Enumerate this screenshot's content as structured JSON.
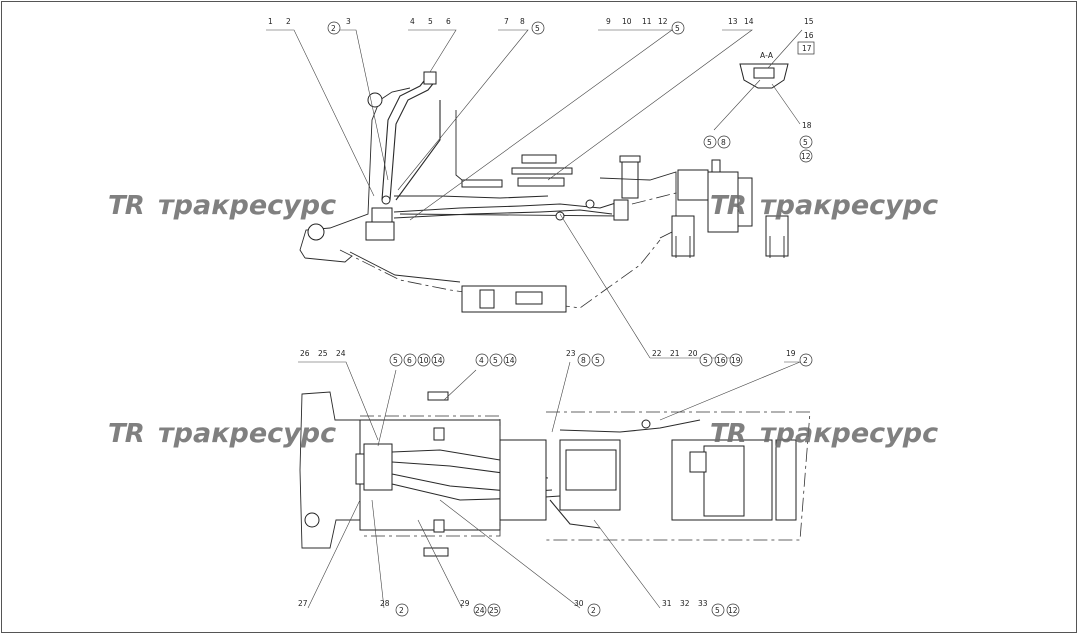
{
  "section_label": "А-А",
  "watermark": {
    "logo": "TR",
    "text": "тракресурс"
  },
  "callouts_top": [
    "1",
    "2",
    "2",
    "3",
    "4",
    "5",
    "6",
    "7",
    "8",
    "5",
    "9",
    "10",
    "11",
    "12",
    "5",
    "13",
    "14",
    "15",
    "16",
    "17",
    "5",
    "8",
    "18",
    "5",
    "12",
    "22",
    "21",
    "20",
    "5",
    "16",
    "19"
  ],
  "callouts_bottom": [
    "26",
    "25",
    "24",
    "5",
    "6",
    "10",
    "14",
    "4",
    "5",
    "14",
    "23",
    "8",
    "5",
    "19",
    "2",
    "27",
    "28",
    "2",
    "29",
    "24",
    "25",
    "30",
    "2",
    "31",
    "32",
    "33",
    "5",
    "12"
  ]
}
